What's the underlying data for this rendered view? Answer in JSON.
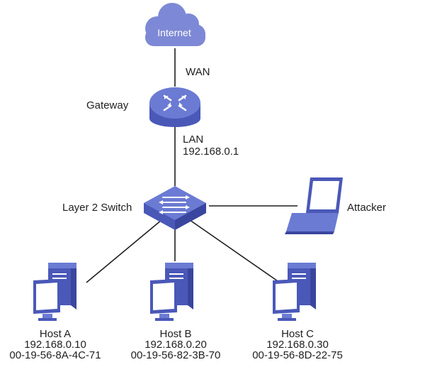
{
  "cloud": {
    "label": "Internet"
  },
  "links": {
    "wan": "WAN",
    "lan": "LAN",
    "lan_ip": "192.168.0.1"
  },
  "gateway": {
    "label": "Gateway"
  },
  "switch": {
    "label": "Layer 2 Switch"
  },
  "attacker": {
    "label": "Attacker"
  },
  "hosts": [
    {
      "name": "Host A",
      "ip": "192.168.0.10",
      "mac": "00-19-56-8A-4C-71"
    },
    {
      "name": "Host B",
      "ip": "192.168.0.20",
      "mac": "00-19-56-82-3B-70"
    },
    {
      "name": "Host C",
      "ip": "192.168.0.30",
      "mac": "00-19-56-8D-22-75"
    }
  ],
  "colors": {
    "device_dark": "#4a58b8",
    "device_mid": "#6b7bd3",
    "device_light": "#9aa6e6",
    "cloud": "#7d89d6",
    "line": "#1f1f1f"
  }
}
